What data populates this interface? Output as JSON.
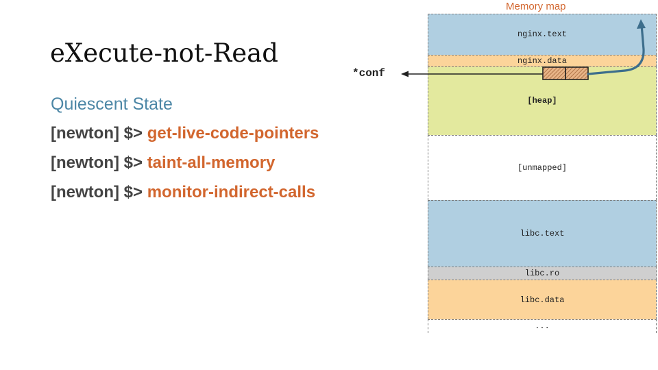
{
  "slide": {
    "title": "eXecute-not-Read",
    "conf_label": "*conf",
    "state_title": "Quiescent State"
  },
  "commands": [
    {
      "prompt": "[newton] $>",
      "command": "get-live-code-pointers"
    },
    {
      "prompt": "[newton] $>",
      "command": "taint-all-memory"
    },
    {
      "prompt": "[newton] $>",
      "command": "monitor-indirect-calls"
    }
  ],
  "memory_map": {
    "heading": "Memory map",
    "segments": [
      {
        "label": "nginx.text",
        "color": "#b0cfe1"
      },
      {
        "label": "nginx.data",
        "color": "#fcd49a"
      },
      {
        "label": "[heap]",
        "color": "#e3e99e"
      },
      {
        "label": "[unmapped]",
        "color": "#ffffff"
      },
      {
        "label": "libc.text",
        "color": "#b0cfe1"
      },
      {
        "label": "libc.ro",
        "color": "#cfcfcf"
      },
      {
        "label": "libc.data",
        "color": "#fcd49a"
      },
      {
        "label": "...",
        "color": "#ffffff"
      }
    ]
  },
  "colors": {
    "accent_blue": "#4d87a6",
    "accent_orange": "#d2662e",
    "arrow_blue": "#3d6e8c"
  },
  "icons": {
    "conf_arrow": "left-arrow-icon",
    "return_arrow": "curved-up-arrow-icon",
    "pointer_cells": "hatched-pointer-cells"
  }
}
